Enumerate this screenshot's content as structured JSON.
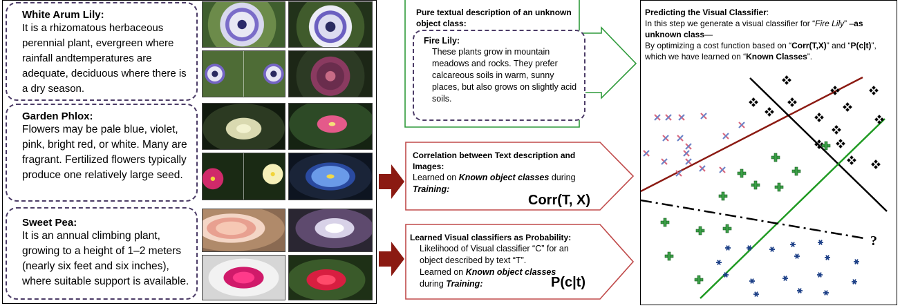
{
  "flowers": [
    {
      "name": "White Arum Lily:",
      "description": "It is a rhizomatous herbaceous perennial plant, evergreen where rainfall andtemperatures are adequate, deciduous where there is a dry season."
    },
    {
      "name": "Garden Phlox:",
      "description": "Flowers may be pale blue, violet, pink, bright red, or white. Many are fragrant. Fertilized flowers typically produce one relatively large seed."
    },
    {
      "name": "Sweet Pea:",
      "description": "It is an annual climbing plant, growing to a height of 1–2 meters (nearly six feet and six inches), where suitable support is available."
    }
  ],
  "unknown_box": {
    "title": "Pure textual description of an unknown object class:",
    "name": "Fire Lily:",
    "description": "These plants grow in mountain meadows and rocks. They prefer calcareous soils in warm, sunny places, but also grows on slightly acid soils."
  },
  "correlation_box": {
    "title": "Correlation between Text description and Images:",
    "learned_prefix": "Learned on ",
    "learned_emph": "Known object classes",
    "learned_suffix": " during",
    "training": "Training:",
    "equation": "Corr(T, X)"
  },
  "probability_box": {
    "title": "Learned Visual classifiers as Probability:",
    "line1": "Likelihood of Visual classifier “C” for an object described by text “T”.",
    "learned_prefix": "Learned on ",
    "learned_emph": "Known object classes",
    "during": "during ",
    "training": "Training:",
    "equation": "P(c|t)"
  },
  "prediction_box": {
    "title": "Predicting the Visual Classifier",
    "colon": ":",
    "p1_prefix": "In this step we generate a visual classifier for “",
    "p1_emph": "Fire Lily",
    "p1_suffix": "” –",
    "p1_bold": "as unknown class",
    "p1_end": "—",
    "p2_prefix": "By optimizing a cost function based on “",
    "p2_b1": "Corr(T,X)",
    "p2_mid1": "” and “",
    "p2_b2": "P(c|t)",
    "p2_mid2": "”, which we have learned on “",
    "p2_b3": "Known Classes",
    "p2_end": "”.",
    "question_mark": "?"
  },
  "colors": {
    "dashed_border": "#4b3b66",
    "green_arrow": "#2e9a3a",
    "red_arrow": "#c04a4a",
    "dark_red": "#8b1a12",
    "green_line": "#1f9a22",
    "black": "#000000",
    "cross_pink": "#d9687e",
    "cross_blue": "#6b82c7",
    "plus_green": "#3aa046",
    "star_blue": "#1b3e86"
  },
  "icons": {
    "red_arrow_1": "right-arrow-icon",
    "red_arrow_2": "right-arrow-icon"
  }
}
